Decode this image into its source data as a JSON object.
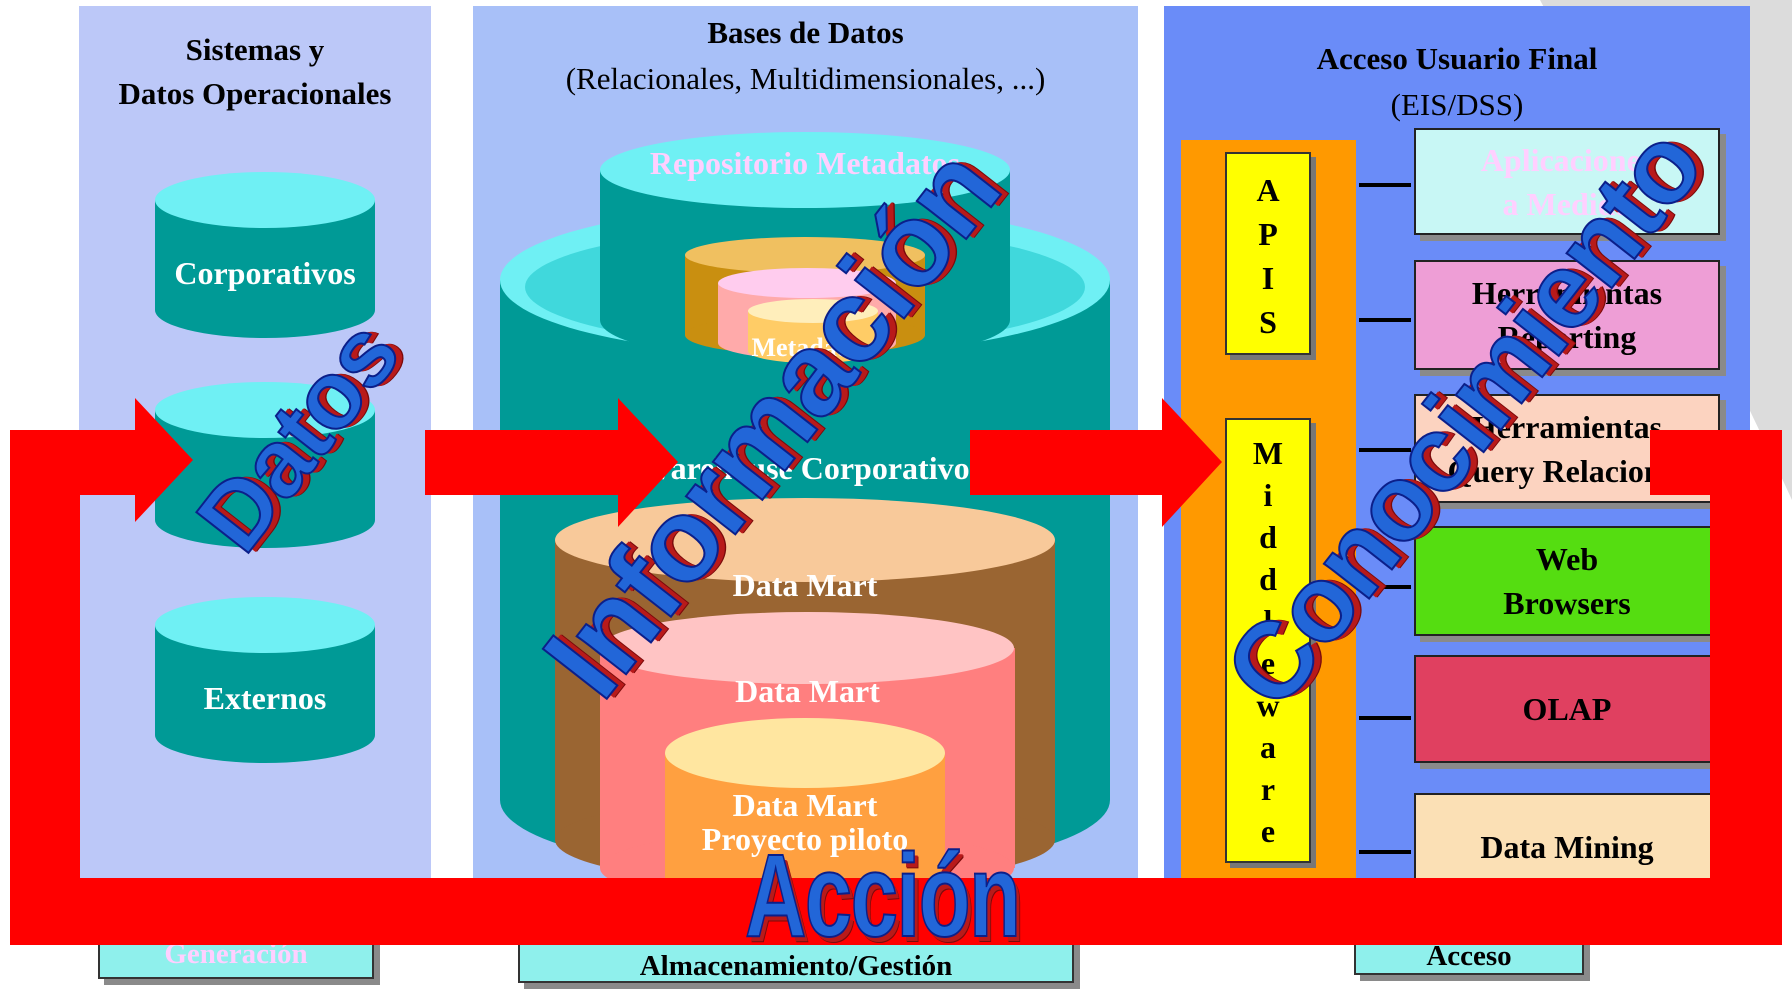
{
  "columns": {
    "operational": {
      "title_line1": "Sistemas y",
      "title_line2": "Datos Operacionales",
      "sources": [
        "Corporativos",
        "",
        "Externos"
      ],
      "footer": "Generación"
    },
    "databases": {
      "title": "Bases de Datos",
      "subtitle": "(Relacionales, Multidimensionales, ...)",
      "repository": "Repositorio Metadatos",
      "metadata": "Metadatos",
      "warehouse": "Warehouse Corporativo",
      "mart1": "Data Mart",
      "mart2": "Data Mart",
      "mart3_line1": "Data Mart",
      "mart3_line2": "Proyecto piloto",
      "footer": "Almacenamiento/Gestión"
    },
    "access": {
      "title": "Acceso Usuario Final",
      "subtitle": "(EIS/DSS)",
      "apis": [
        "A",
        "P",
        "I",
        "S"
      ],
      "middleware": [
        "M",
        "i",
        "d",
        "d",
        "l",
        "e",
        "w",
        "a",
        "r",
        "e"
      ],
      "tools": [
        {
          "line1": "Aplicaciones",
          "line2": "a Medida",
          "color": "#c8f7f5"
        },
        {
          "line1": "Herramientas",
          "line2": "Reporting",
          "color": "#ee9ed6"
        },
        {
          "line1": "Herramientas",
          "line2": "Query Relacional",
          "color": "#fcd3c0"
        },
        {
          "line1": "Web",
          "line2": "Browsers",
          "color": "#55dd11"
        },
        {
          "line1": "OLAP",
          "line2": "",
          "color": "#e04060"
        },
        {
          "line1": "Data Mining",
          "line2": "",
          "color": "#fbe0b5"
        }
      ],
      "footer": "Acceso"
    }
  },
  "overlay_words": {
    "datos": "Datos",
    "informacion": "Información",
    "conocimiento": "Conocimiento",
    "accion": "Acción"
  },
  "colors": {
    "arrow_red": "#ff0000",
    "word_blue": "#2266d8",
    "teal": "#009a96",
    "cyan_top": "#6ff0f4"
  }
}
